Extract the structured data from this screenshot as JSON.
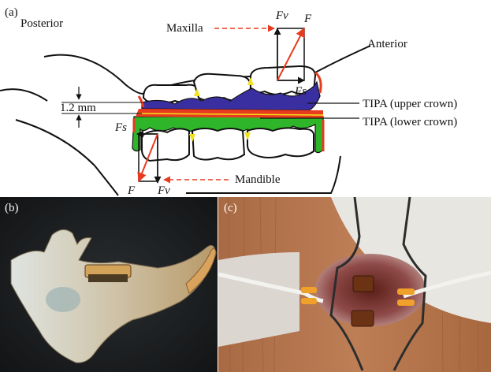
{
  "panel_a": {
    "label": "(a)",
    "posterior": "Posterior",
    "anterior": "Anterior",
    "maxilla": "Maxilla",
    "mandible": "Mandible",
    "measurement": "1.2 mm",
    "tipa_upper": "TIPA (upper crown)",
    "tipa_lower": "TIPA (lower crown)",
    "force_upper": {
      "fv": "Fv",
      "f": "F",
      "fs": "Fs"
    },
    "force_lower": {
      "fs": "Fs",
      "f": "F",
      "fv": "Fv"
    }
  },
  "panel_b": {
    "label": "(b)"
  },
  "panel_c": {
    "label": "(c)"
  },
  "colors": {
    "upper_splint": "#3a2fa0",
    "lower_splint": "#2fb52a",
    "interface": "#e83a1e",
    "arrow": "#e83a1e",
    "yellow_marks": "#f2e21a"
  }
}
